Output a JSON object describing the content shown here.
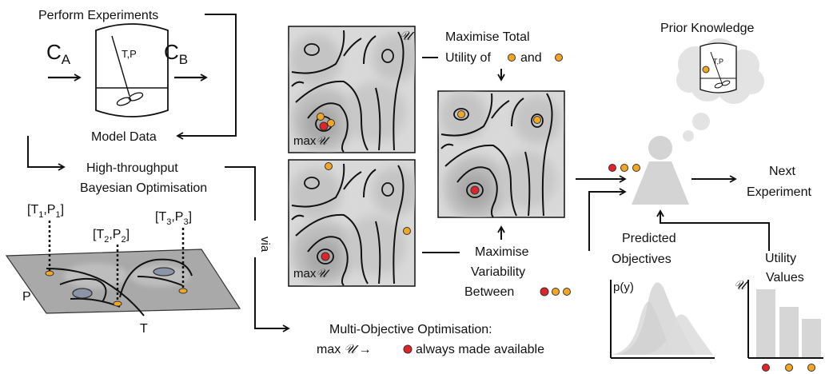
{
  "labels": {
    "perform_experiments": "Perform Experiments",
    "ca_main": "C",
    "ca_sub": "A",
    "cb_main": "C",
    "cb_sub": "B",
    "reactor_tp": "T,P",
    "model_data": "Model Data",
    "htbo_line1": "High-throughput",
    "htbo_line2": "Bayesian Optimisation",
    "pt1_open": "[T",
    "pt1_sub": "1",
    "pt1_mid": ",P",
    "pt1_sub2": "1",
    "pt1_close": "]",
    "pt2_open": "[T",
    "pt2_sub": "2",
    "pt2_mid": ",P",
    "pt2_sub2": "2",
    "pt2_close": "]",
    "pt3_open": "[T",
    "pt3_sub": "3",
    "pt3_mid": ",P",
    "pt3_sub2": "3",
    "pt3_close": "]",
    "axis_p": "P",
    "axis_t": "T",
    "via": "via",
    "moo_line1": "Multi-Objective Optimisation:",
    "moo_line2a": "max",
    "moo_line2_u": "𝒰",
    "moo_line2b": "→",
    "moo_line2c": "always made available",
    "utility_symbol": "𝒰",
    "max_u_a": "max",
    "max_u_b": "𝒰",
    "max_u2_a": "max",
    "max_u2_b": "𝒰",
    "mtu_line1": "Maximise Total",
    "mtu_line2a": "Utility of",
    "mtu_line2b": "and",
    "mvb_line1": "Maximise",
    "mvb_line2": "Variability",
    "mvb_line3": "Between",
    "prior_knowledge": "Prior Knowledge",
    "thought_tp": "T,P",
    "next_line1": "Next",
    "next_line2": "Experiment",
    "pred_line1": "Predicted",
    "pred_line2": "Objectives",
    "util_line1": "Utility",
    "util_line2": "Values",
    "py_label": "p(y)",
    "util_axis": "𝒰"
  },
  "colors": {
    "red_point": "#e0242a",
    "orange_point": "#f2a623",
    "panel_bg": "#d9d9d9",
    "panel_dark": "#bdbdbd",
    "panel_darker": "#a8a8a8",
    "surface": "#a9a9a9",
    "ellipse_blue": "#8c95a8",
    "figure_gray": "#d4d4d4"
  },
  "icons": [
    "reactor-icon",
    "thought-cloud-icon",
    "person-icon",
    "arrow-icon"
  ]
}
